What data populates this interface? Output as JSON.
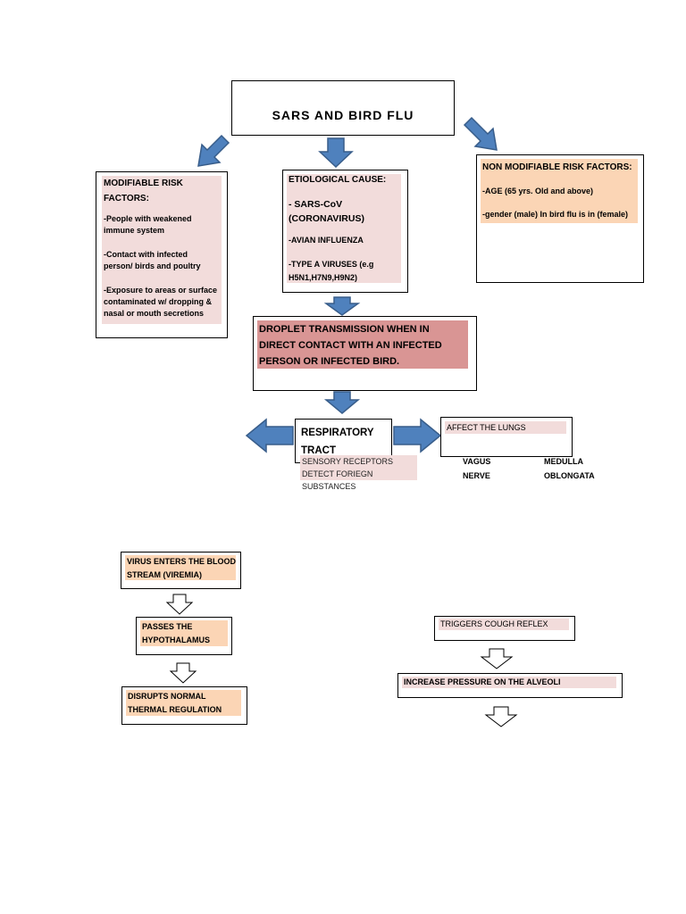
{
  "title": "SARS AND BIRD FLU",
  "modifiable": {
    "heading": "MODIFIABLE RISK FACTORS:",
    "items": [
      "-People with weakened immune system",
      "-Contact with infected person/ birds and poultry",
      "-Exposure to areas or surface contaminated w/ dropping & nasal or mouth secretions"
    ]
  },
  "etiological": {
    "heading": "ETIOLOGICAL CAUSE:",
    "items": [
      "- SARS-CoV (CORONAVIRUS)",
      "-AVIAN INFLUENZA",
      "-TYPE A VIRUSES (e.g H5N1,H7N9,H9N2)"
    ]
  },
  "non_modifiable": {
    "heading": "NON MODIFIABLE RISK FACTORS:",
    "items": [
      "-AGE (65 yrs. Old and above)",
      "-gender (male) In bird flu is in (female)"
    ]
  },
  "droplet": "DROPLET TRANSMISSION WHEN IN DIRECT CONTACT WITH AN INFECTED PERSON OR INFECTED BIRD.",
  "respiratory": "RESPIRATORY TRACT",
  "sensory": "SENSORY RECEPTORS DETECT FORIEGN SUBSTANCES",
  "lungs": "AFFECT THE LUNGS",
  "vagus": "VAGUS NERVE",
  "medulla": "MEDULLA OBLONGATA",
  "left_chain": [
    "VIRUS ENTERS THE BLOOD STREAM (VIREMIA)",
    "PASSES THE HYPOTHALAMUS",
    "DISRUPTS NORMAL THERMAL REGULATION"
  ],
  "right_chain": [
    "TRIGGERS COUGH REFLEX",
    "INCREASE PRESSURE ON THE ALVEOLI"
  ],
  "colors": {
    "arrow_fill": "#4f81bd",
    "pink": "#f2dcdb",
    "rose": "#d99594",
    "peach": "#fbd5b5"
  }
}
